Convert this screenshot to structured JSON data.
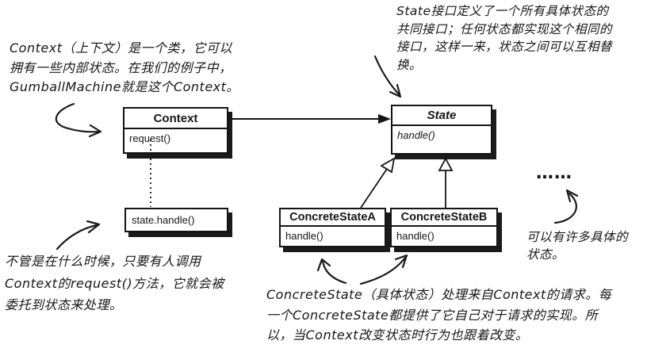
{
  "diagram": {
    "classes": {
      "context": {
        "name": "Context",
        "method": "request()"
      },
      "state": {
        "name": "State",
        "method": "handle()"
      },
      "concrete_a": {
        "name": "ConcreteStateA",
        "method": "handle()"
      },
      "concrete_b": {
        "name": "ConcreteStateB",
        "method": "handle()"
      },
      "delegate": {
        "label": "state.handle()"
      }
    },
    "ellipsis": "……"
  },
  "annotations": {
    "context_note": {
      "lines": [
        "Context（上下文）是一个类，它可以",
        "拥有一些内部状态。在我们的例子中，",
        "GumballMachine就是这个Context。"
      ]
    },
    "state_note": {
      "lines": [
        "State接口定义了一个所有具体状态的",
        "共同接口；任何状态都实现这个相同的",
        "接口，这样一来，状态之间可以互相替",
        "换。"
      ]
    },
    "request_note": {
      "lines": [
        "不管是在什么时候，只要有人调用",
        "Context的request()方法，它就会被",
        "委托到状态来处理。"
      ]
    },
    "concrete_note": {
      "lines": [
        "ConcreteState（具体状态）处理来自Context的请求。每",
        "一个ConcreteState都提供了它自己对于请求的实现。所",
        "以，当Context改变状态时行为也跟着改变。"
      ]
    },
    "many_states_note": {
      "lines": [
        "可以有许多具体的",
        "状态。"
      ]
    }
  },
  "colors": {
    "ink": "#141414",
    "background": "#ffffff"
  }
}
